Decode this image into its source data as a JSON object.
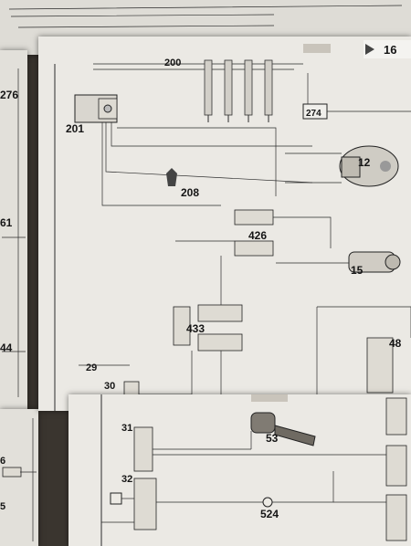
{
  "page_number": "16",
  "labels": {
    "c200": "200",
    "c201": "201",
    "c208": "208",
    "c274": "274",
    "c12": "12",
    "c15": "15",
    "c426": "426",
    "c433": "433",
    "c48": "48",
    "c29": "29",
    "c30": "30",
    "c31": "31",
    "c32": "32",
    "c53": "53",
    "c524": "524",
    "left276": "276",
    "left61": "61",
    "left44": "44",
    "leftb6": "6",
    "leftb5": "5"
  },
  "colors": {
    "paper": "#e8e6e1",
    "paper_shadow": "#d4d1ca",
    "ink": "#1f1f1f",
    "accent_red": "#b33a3a"
  }
}
